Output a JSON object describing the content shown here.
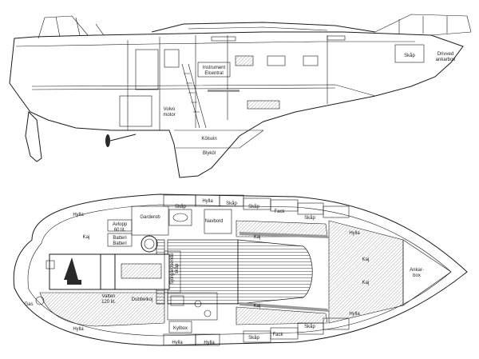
{
  "profile": {
    "labels": {
      "skap": "Skåp",
      "drivved": "Drivved",
      "ankarbox": "ankarbox",
      "instrument": "Instrument",
      "elcentral": "Elcentral",
      "volvo": "Volvo",
      "motor": "motor",
      "kolsvin": "Kölsvin",
      "blykol": "Blyköl"
    }
  },
  "plan": {
    "labels": {
      "hylla": "Hylla",
      "kaj": "Kaj",
      "garderob": "Garderob",
      "avlopp": "Avlopp",
      "avlopp_vol": "60 lit.",
      "batteri": "Batteri",
      "skap": "Skåp",
      "navbord": "Navbord",
      "fack": "Fack",
      "sjorgardaende": "Sjörgårdsende",
      "skap_sjo": "skåp",
      "vatten": "Vatten",
      "vatten_vol": "120 lit.",
      "dubbelkoj": "Dubbelkoj",
      "kylbox": "Kylbox",
      "gas": "Gas",
      "ankarbox_top": "Ankar-",
      "ankarbox_bottom": "box"
    }
  },
  "colors": {
    "ink": "#1a1a1a",
    "paper": "#ffffff",
    "tone": "#9a9a9a"
  }
}
